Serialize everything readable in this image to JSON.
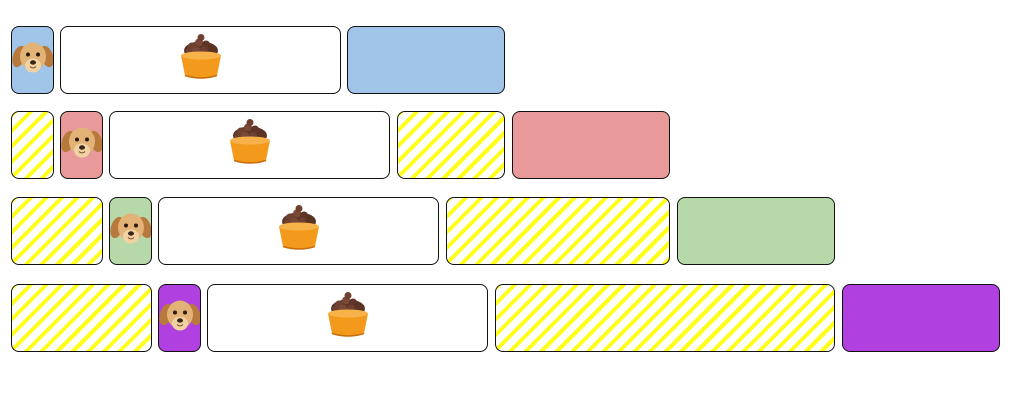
{
  "colors": {
    "hatch_stripe": "#ffff1a",
    "border": "#111111",
    "background": "#ffffff"
  },
  "rows": [
    {
      "name": "row-1",
      "dog_color": "#a0c5e8",
      "cells": [
        {
          "kind": "dog",
          "color": "#a0c5e8"
        },
        {
          "kind": "food"
        },
        {
          "kind": "goal",
          "color": "#a0c5e8"
        }
      ]
    },
    {
      "name": "row-2",
      "dog_color": "#e89a9a",
      "cells": [
        {
          "kind": "hatch"
        },
        {
          "kind": "dog",
          "color": "#e89a9a"
        },
        {
          "kind": "food"
        },
        {
          "kind": "hatch"
        },
        {
          "kind": "goal",
          "color": "#e89a9a"
        }
      ]
    },
    {
      "name": "row-3",
      "dog_color": "#b7d9aa",
      "cells": [
        {
          "kind": "hatch"
        },
        {
          "kind": "dog",
          "color": "#b7d9aa"
        },
        {
          "kind": "food"
        },
        {
          "kind": "hatch"
        },
        {
          "kind": "goal",
          "color": "#b7d9aa"
        }
      ]
    },
    {
      "name": "row-4",
      "dog_color": "#b040e0",
      "cells": [
        {
          "kind": "hatch"
        },
        {
          "kind": "dog",
          "color": "#b040e0"
        },
        {
          "kind": "food"
        },
        {
          "kind": "hatch"
        },
        {
          "kind": "goal",
          "color": "#b040e0"
        }
      ]
    }
  ]
}
